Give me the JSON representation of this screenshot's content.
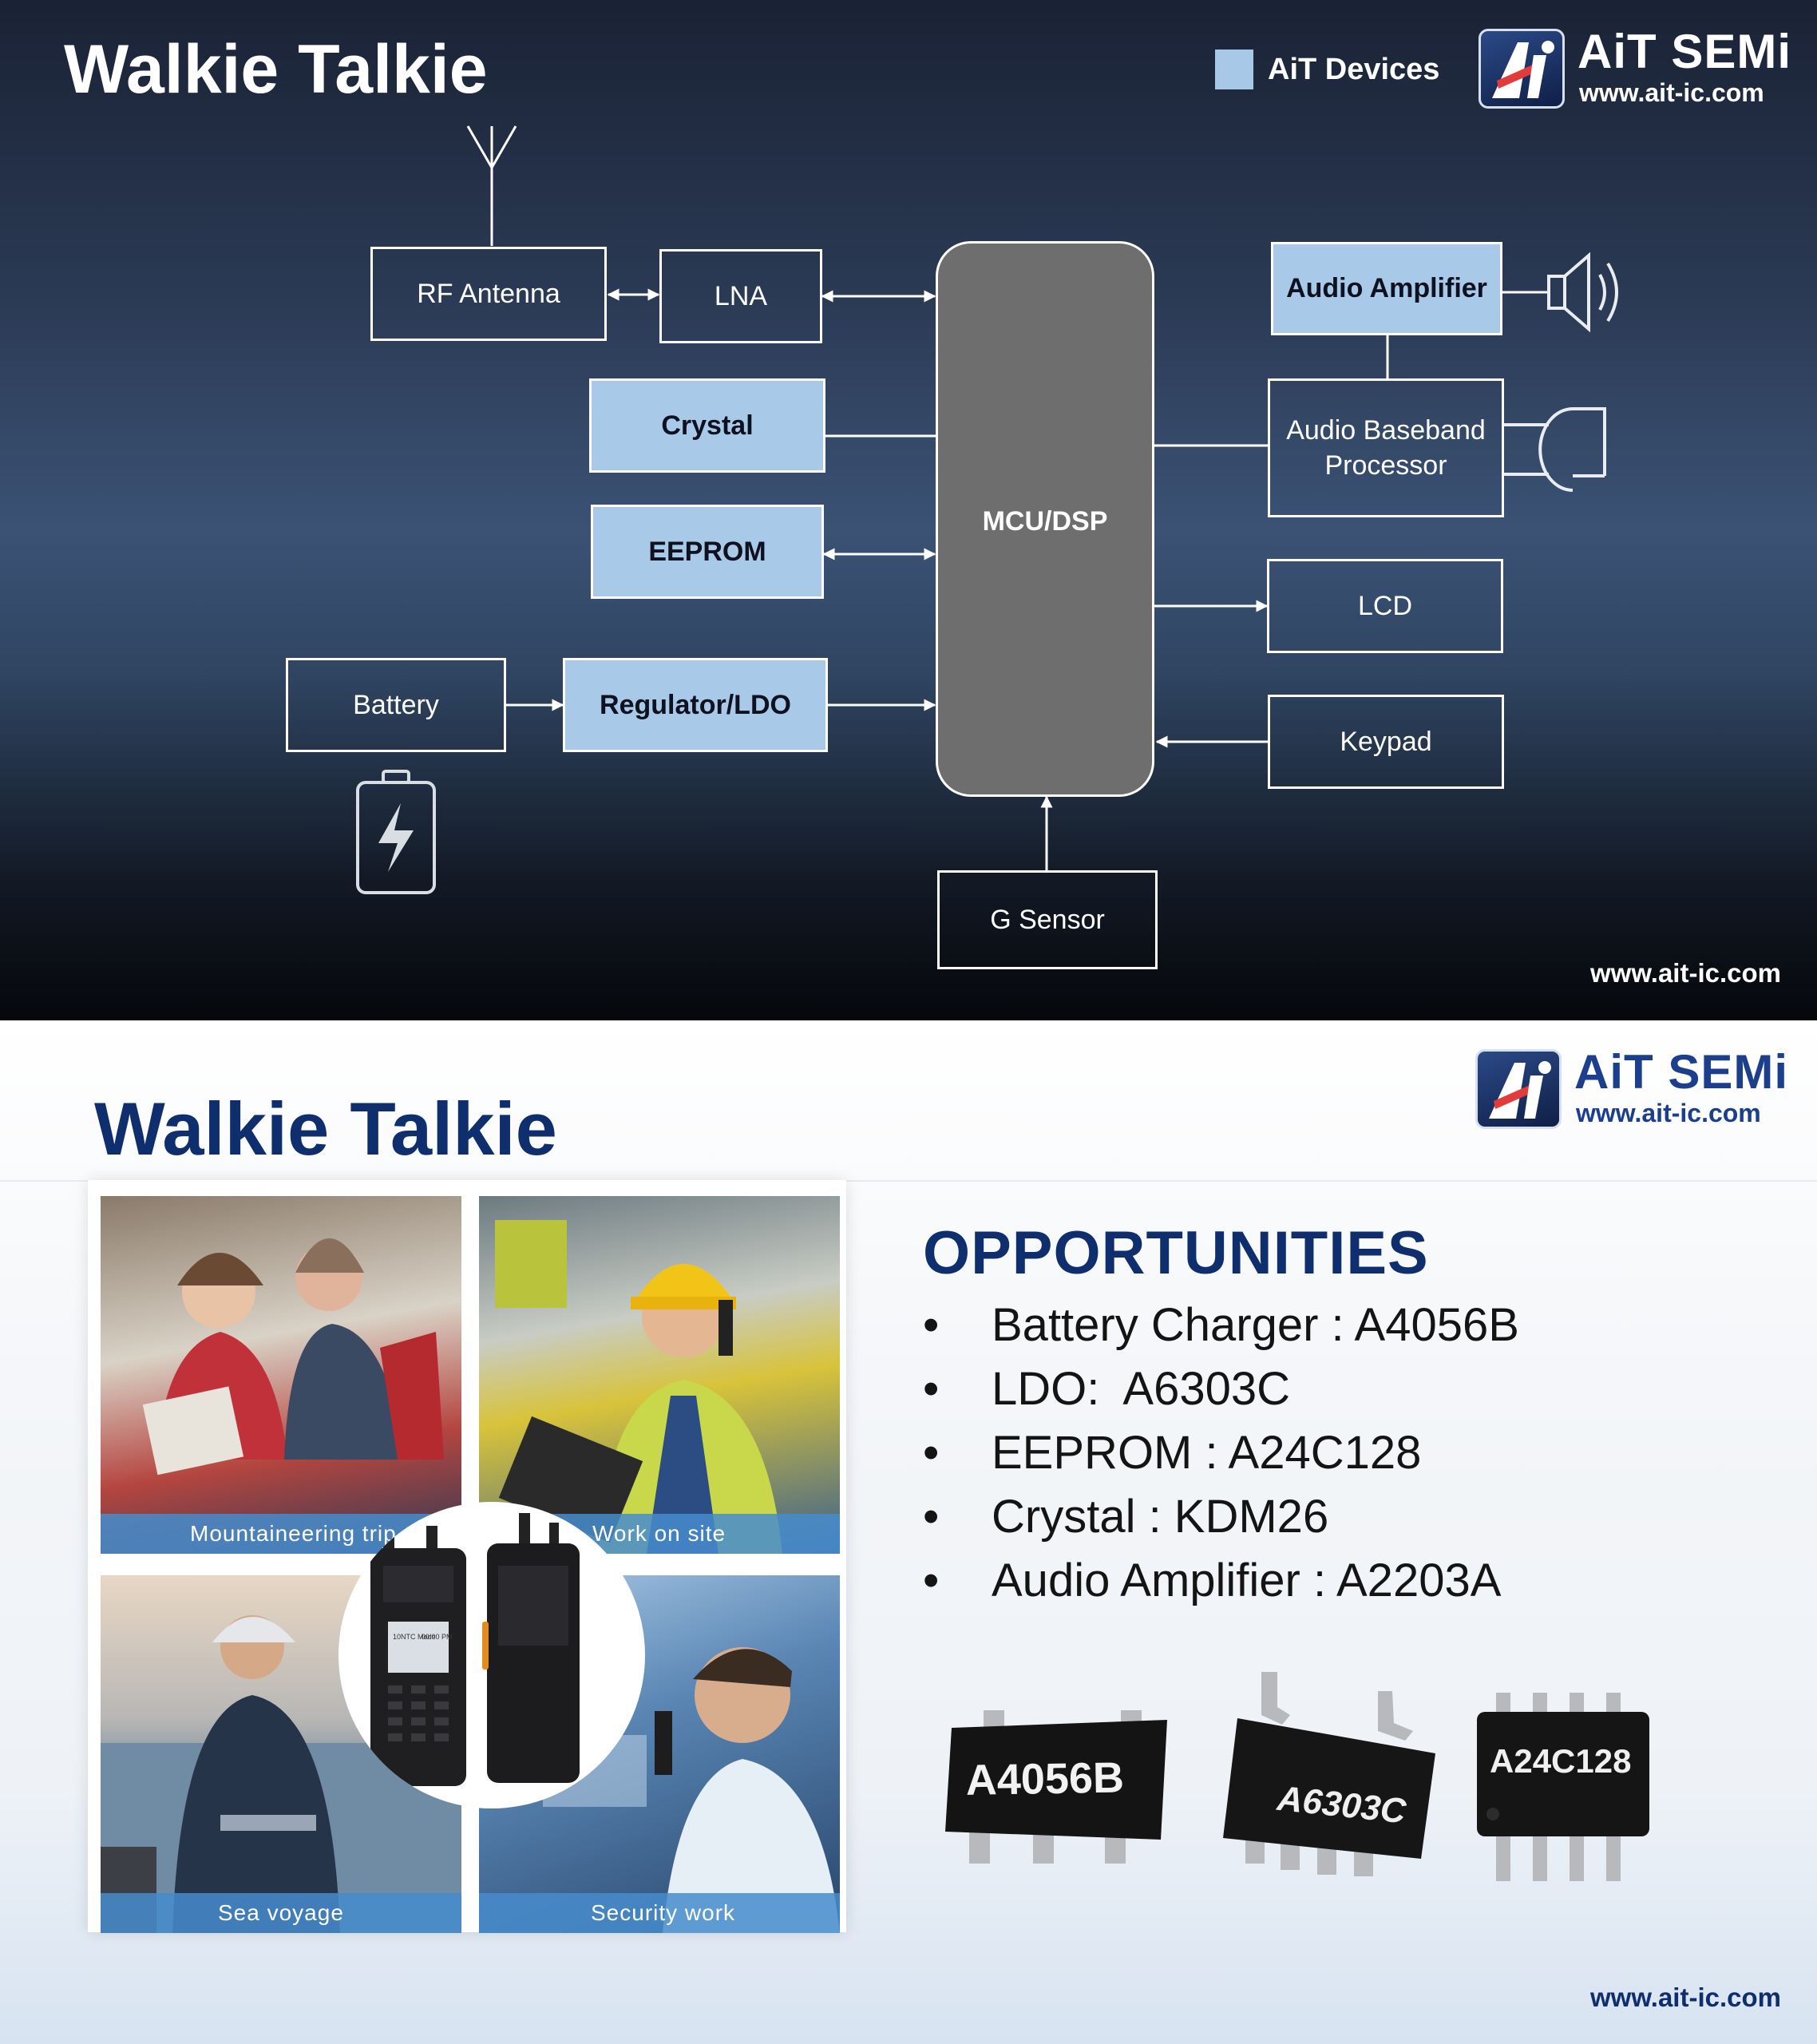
{
  "diagram_slide": {
    "title": "Walkie Talkie",
    "legend": {
      "label": "AiT Devices",
      "swatch_color": "#a9c9e8"
    },
    "logo": {
      "brand": "AiT SEMi",
      "url": "www.ait-ic.com",
      "mark": "Ai"
    },
    "blocks": {
      "rf_antenna": "RF Antenna",
      "lna": "LNA",
      "crystal": "Crystal",
      "eeprom": "EEPROM",
      "battery": "Battery",
      "regulator": "Regulator/LDO",
      "mcu": "MCU/DSP",
      "audio_amplifier": "Audio Amplifier",
      "audio_baseband_line1": "Audio Baseband",
      "audio_baseband_line2": "Processor",
      "lcd": "LCD",
      "keypad": "Keypad",
      "g_sensor": "G Sensor"
    },
    "icons": [
      "antenna-icon",
      "speaker-icon",
      "microphone-icon",
      "battery-charging-icon"
    ],
    "footer_url": "www.ait-ic.com"
  },
  "opportunities_slide": {
    "title": "Walkie Talkie",
    "logo": {
      "brand": "AiT SEMi",
      "url": "www.ait-ic.com",
      "mark": "Ai"
    },
    "photos": [
      {
        "caption": "Mountaineering trip"
      },
      {
        "caption": "Work on site"
      },
      {
        "caption": "Sea voyage"
      },
      {
        "caption": "Security work"
      }
    ],
    "opportunities_heading": "OPPORTUNITIES",
    "bullet": "•",
    "opportunities": [
      "Battery Charger : A4056B",
      "LDO:  A6303C",
      "EEPROM : A24C128",
      "Crystal : KDM26",
      "Audio Amplifier : A2203A"
    ],
    "chips": [
      "A4056B",
      "A6303C",
      "A24C128"
    ],
    "radio_screen_text": [
      "10NTC Mode",
      "00:00 PM"
    ],
    "footer_url": "www.ait-ic.com"
  }
}
